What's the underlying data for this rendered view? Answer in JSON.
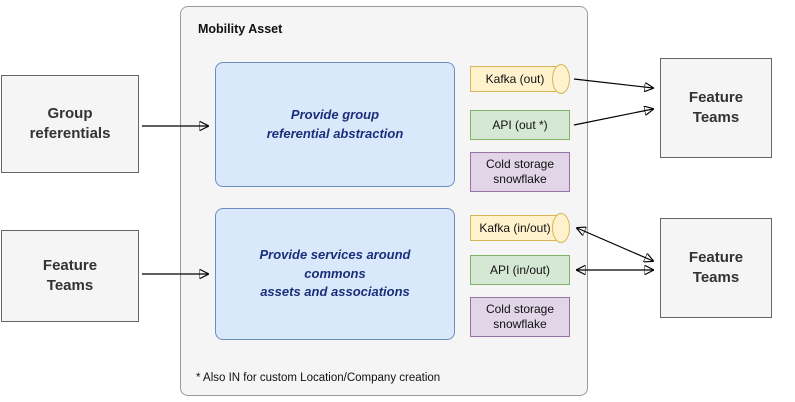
{
  "diagram": {
    "container_title": "Mobility Asset",
    "footnote": "* Also IN for custom Location/Company creation",
    "sources": [
      {
        "label": "Group\nreferentials"
      },
      {
        "label": "Feature\nTeams"
      }
    ],
    "processes": [
      {
        "label": "Provide group\nreferential abstraction"
      },
      {
        "label": "Provide services around\ncommons\nassets and associations"
      }
    ],
    "interfaces_top": [
      {
        "label": "Kafka (out)",
        "type": "kafka-queue"
      },
      {
        "label": "API (out *)",
        "type": "api"
      },
      {
        "label": "Cold storage\nsnowflake",
        "type": "cold-storage"
      }
    ],
    "interfaces_bottom": [
      {
        "label": "Kafka (in/out)",
        "type": "kafka-queue"
      },
      {
        "label": "API (in/out)",
        "type": "api"
      },
      {
        "label": "Cold storage\nsnowflake",
        "type": "cold-storage"
      }
    ],
    "targets": [
      {
        "label": "Feature\nTeams"
      },
      {
        "label": "Feature\nTeams"
      }
    ],
    "colors": {
      "process_fill": "#dae8fc",
      "process_border": "#6c8ebf",
      "process_text": "#1a2f7a",
      "kafka_fill": "#fff2cc",
      "kafka_border": "#d6b656",
      "api_fill": "#d5e8d4",
      "api_border": "#82b366",
      "storage_fill": "#e1d5e7",
      "storage_border": "#9673a6",
      "node_fill": "#f5f5f5",
      "node_border": "#666666",
      "container_fill": "#f5f5f5",
      "container_border": "#9a9a9a",
      "arrow": "#000000"
    }
  }
}
